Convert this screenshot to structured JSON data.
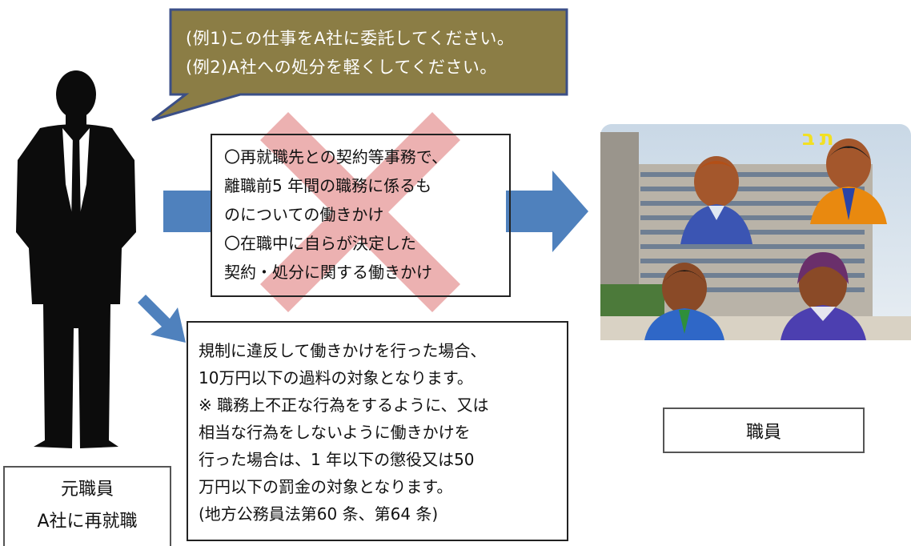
{
  "bubble": {
    "lines": "(例1)この仕事をA社に委託してください。\n(例2)A社への処分を軽くしてください。"
  },
  "prohibited": {
    "lines": "〇再就職先との契約等事務で、\n離職前5 年間の職務に係るも\nのについての働きかけ\n〇在職中に自らが決定した\n契約・処分に関する働きかけ"
  },
  "penalty": {
    "lines": "規制に違反して働きかけを行った場合、\n10万円以下の過料の対象となります。\n※ 職務上不正な行為をするように、又は\n相当な行為をしないように働きかけを\n行った場合は、1 年以下の懲役又は50\n万円以下の罰金の対象となります。\n(地方公務員法第60 条、第64 条)"
  },
  "staff": {
    "label": "職員"
  },
  "former": {
    "lines": "元職員\nA社に再就職"
  },
  "photo": {
    "sign": "תב"
  },
  "colors": {
    "bubble_fill": "#8b7d45",
    "bubble_border": "#3b4f87",
    "arrow": "#4f81bd",
    "cross": "#e9a3a3",
    "silhouette": "#0c0c0c"
  },
  "icons": {
    "silhouette": "businessman-silhouette-icon",
    "arrows": "arrow-right-icon",
    "cross": "prohibited-cross-icon",
    "staff_photo": "staff-group-photo"
  }
}
